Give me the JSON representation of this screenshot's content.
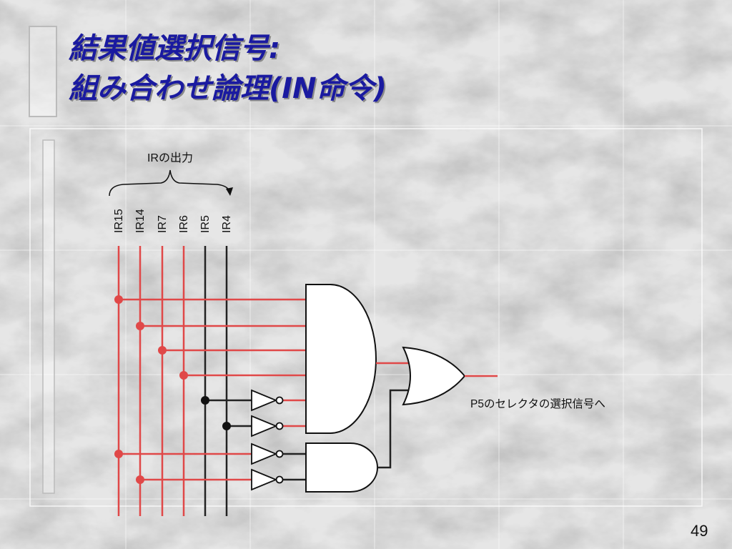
{
  "slide": {
    "title_line1": "結果値選択信号:",
    "title_line2": "組み合わせ論理(IN命令)",
    "page_number": "49"
  },
  "diagram": {
    "bus_label": "IRの出力",
    "output_label": "P5のセレクタの選択信号へ",
    "inputs": [
      "IR15",
      "IR14",
      "IR7",
      "IR6",
      "IR5",
      "IR4"
    ],
    "colors": {
      "active_wire": "#e04848",
      "wire": "#222222",
      "title": "#1a1aa0"
    }
  }
}
